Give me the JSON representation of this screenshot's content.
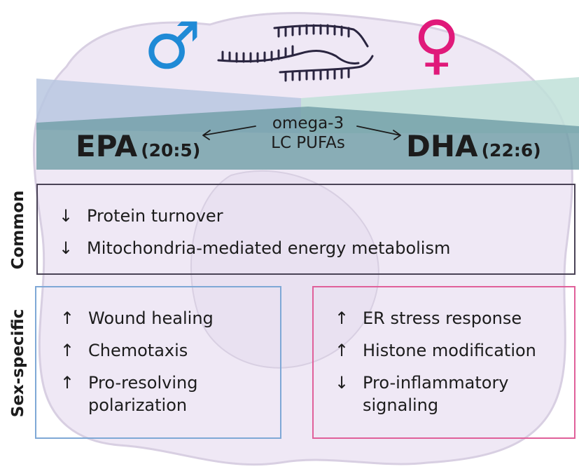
{
  "colors": {
    "male": "#1f8ad6",
    "female": "#e0197a",
    "band_light_left": "#b9c7e0",
    "band_light_right": "#bfe0d8",
    "band_dark": "#6f9ea6",
    "cell_fill": "#efe8f5",
    "common_border": "#4a4356",
    "male_border": "#7fa8d6",
    "female_border": "#e0609a"
  },
  "symbols": {
    "male": "♂",
    "female": "♀",
    "molecule_icon": "fatty-acid-chains-icon"
  },
  "header": {
    "epa_name": "EPA",
    "epa_chain": "(20:5)",
    "dha_name": "DHA",
    "dha_chain": "(22:6)",
    "omega_line1": "omega-3",
    "omega_line2": "LC PUFAs"
  },
  "labels": {
    "common": "Common",
    "sex_specific": "Sex-specific"
  },
  "common": [
    {
      "arrow": "↓",
      "text": "Protein turnover"
    },
    {
      "arrow": "↓",
      "text": "Mitochondria-mediated energy metabolism"
    }
  ],
  "male": [
    {
      "arrow": "↑",
      "text": "Wound healing"
    },
    {
      "arrow": "↑",
      "text": "Chemotaxis"
    },
    {
      "arrow": "↑",
      "text": "Pro-resolving polarization"
    }
  ],
  "female": [
    {
      "arrow": "↑",
      "text": "ER stress response"
    },
    {
      "arrow": "↑",
      "text": "Histone modification"
    },
    {
      "arrow": "↓",
      "text": "Pro-inflammatory signaling"
    }
  ]
}
